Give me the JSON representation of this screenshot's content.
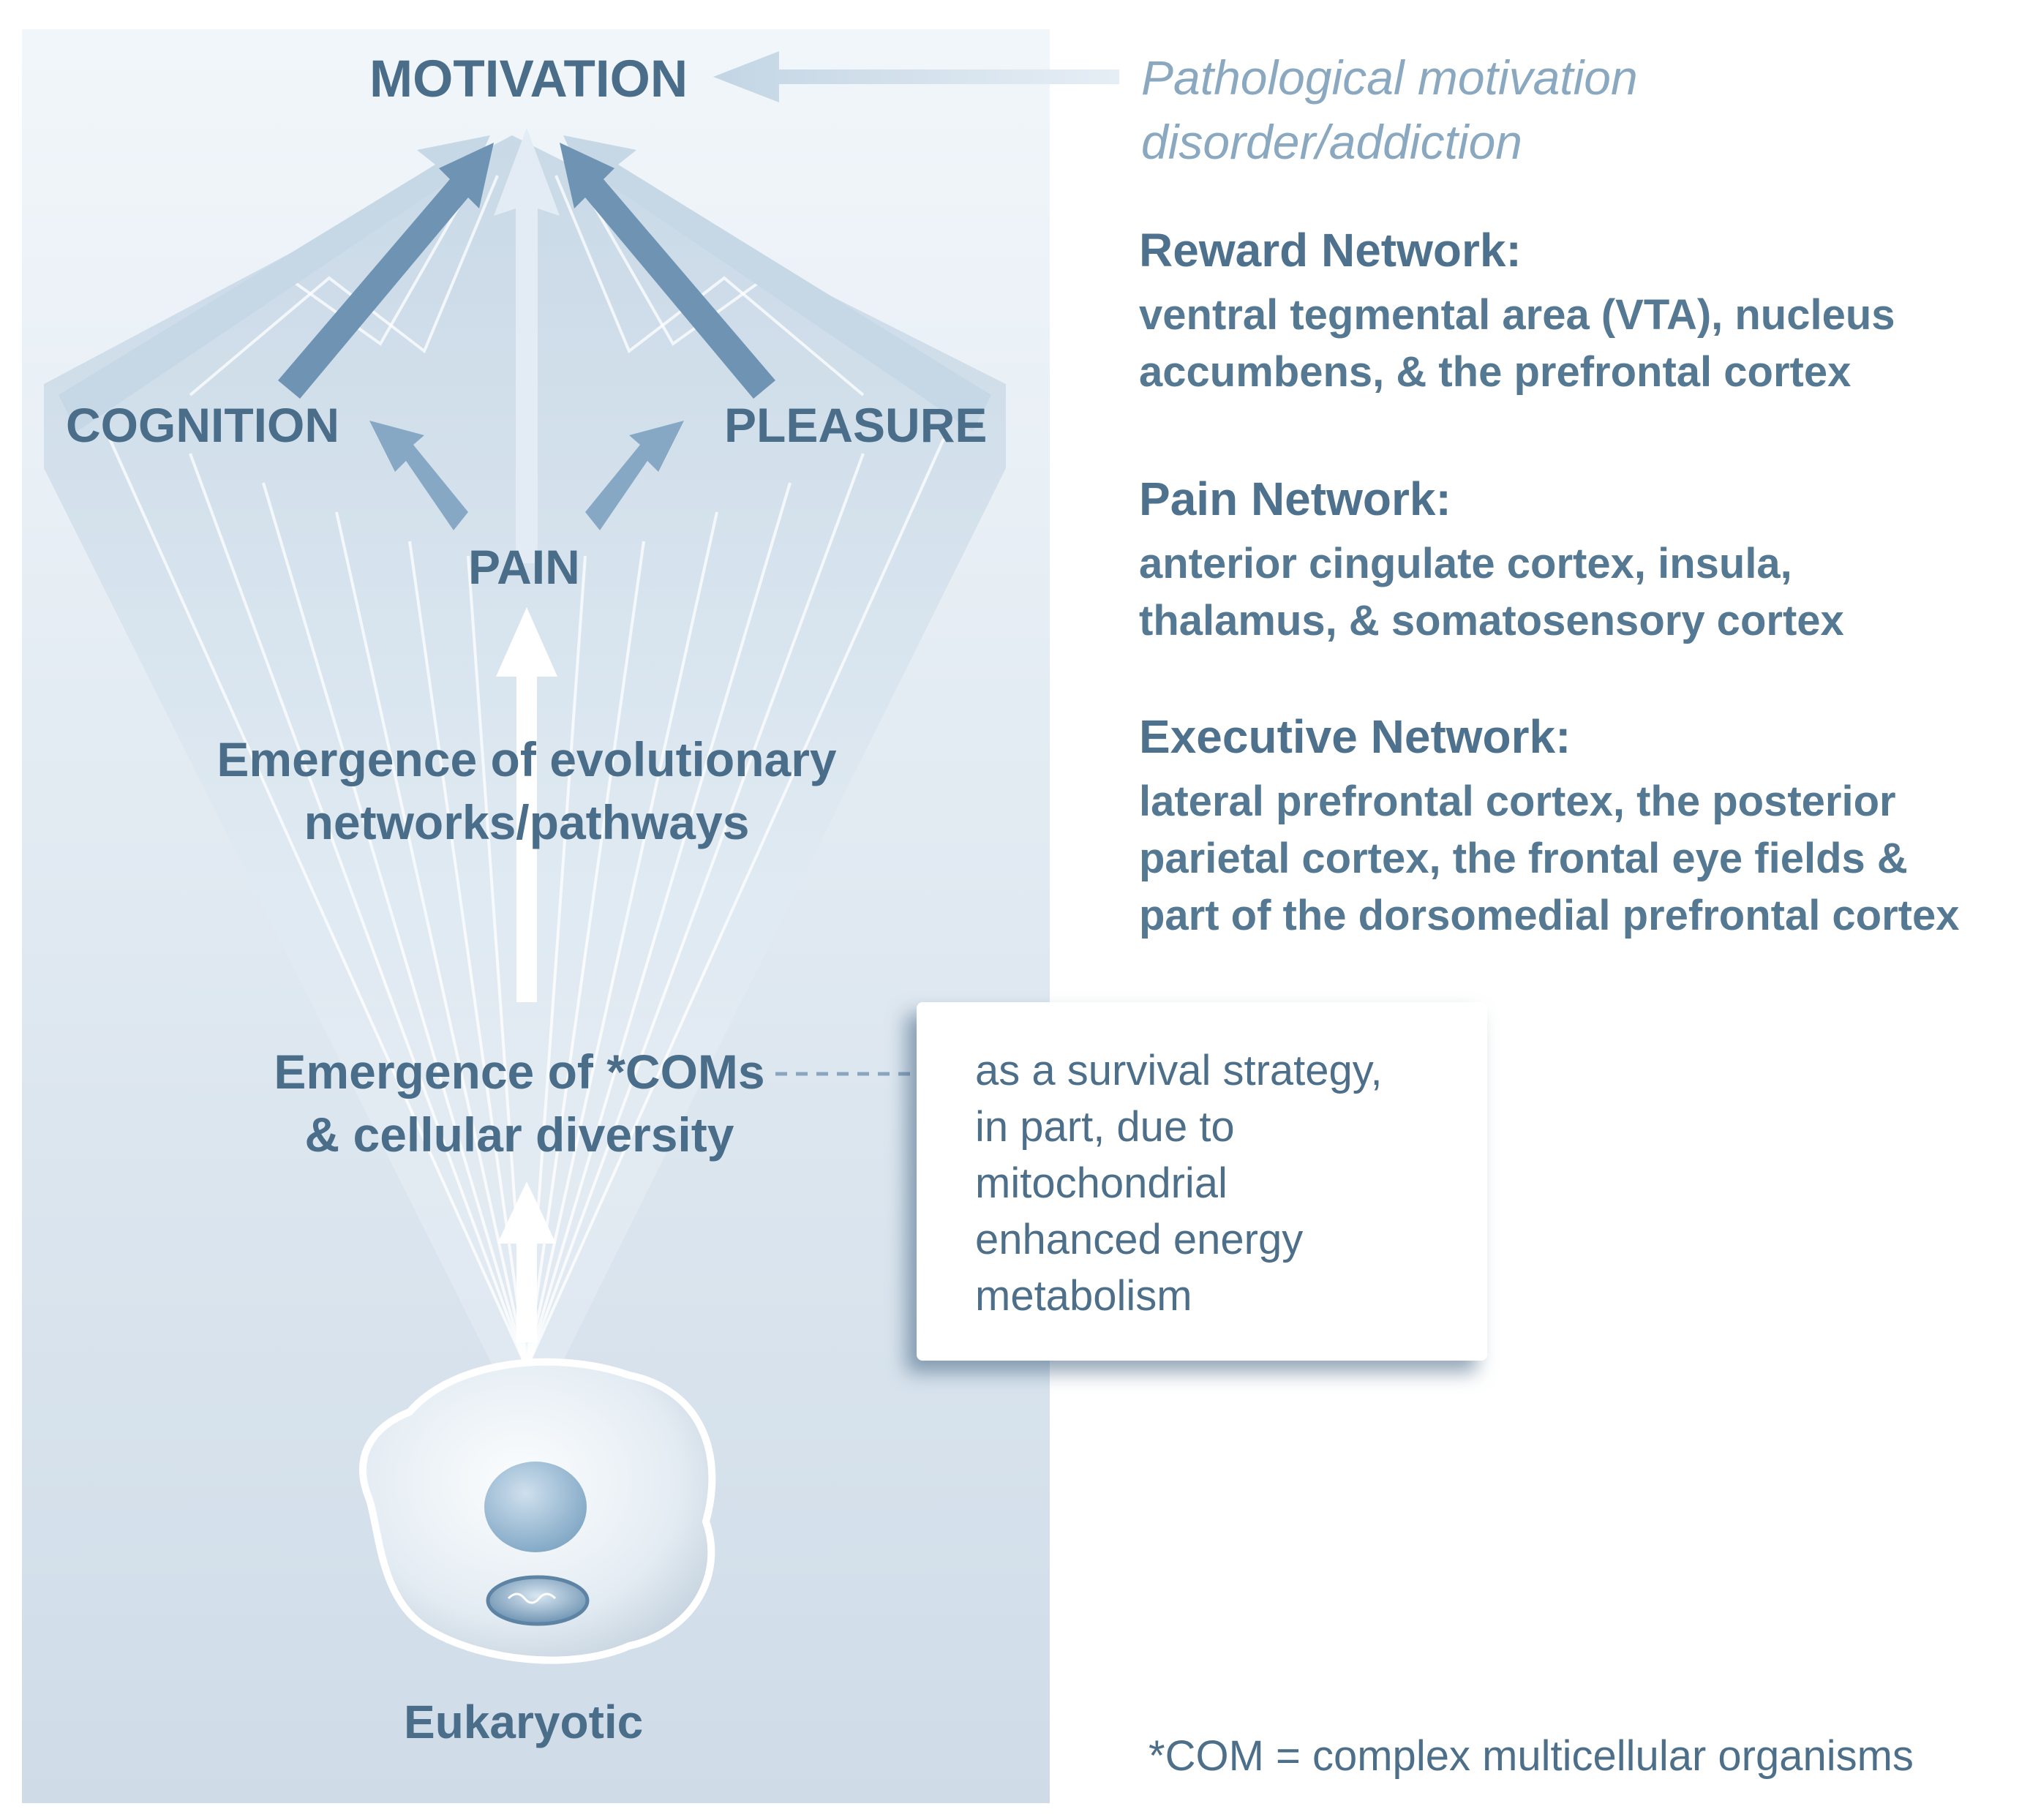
{
  "diagram": {
    "motivation": "MOTIVATION",
    "cognition": "COGNITION",
    "pleasure": "PLEASURE",
    "pain": "PAIN",
    "evolutionary": [
      "Emergence of evolutionary",
      "networks/pathways"
    ],
    "coms": [
      "Emergence of *COMs",
      "& cellular diversity"
    ],
    "eukaryotic": "Eukaryotic"
  },
  "pathological": [
    "Pathological motivation",
    "disorder/addiction"
  ],
  "networks": [
    {
      "title": "Reward Network:",
      "lines": [
        "ventral tegmental area (VTA), nucleus",
        "accumbens, & the prefrontal cortex"
      ]
    },
    {
      "title": "Pain Network:",
      "lines": [
        "anterior cingulate cortex, insula,",
        "thalamus, & somatosensory cortex"
      ]
    },
    {
      "title": "Executive Network:",
      "lines": [
        "lateral prefrontal cortex, the posterior",
        "parietal cortex, the frontal eye fields &",
        "part of the dorsomedial prefrontal cortex"
      ]
    }
  ],
  "callout": [
    "as a survival strategy,",
    "in part, due to",
    "mitochondrial",
    "enhanced energy",
    "metabolism"
  ],
  "footnote": "*COM = complex multicellular organisms",
  "colors": {
    "text": "#4a6d89",
    "italic": "#8aa8c0",
    "panel_top": "#f1f6fa",
    "panel_bottom": "#cfdce8",
    "arrow": "#7d9dba"
  }
}
